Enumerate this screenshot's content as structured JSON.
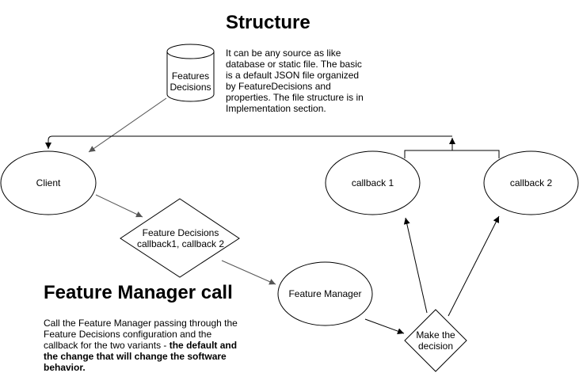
{
  "structure": {
    "title": "Structure",
    "description": "It can be any source as like database or static file. The basic is a default JSON file organized by FeatureDecisions and properties. The file structure is in Implementation section."
  },
  "nodes": {
    "features_decisions_db": {
      "line1": "Features",
      "line2": "Decisions"
    },
    "client": "Client",
    "callback1": "callback 1",
    "callback2": "callback 2",
    "feature_decisions_diamond": {
      "line1": "Feature Decisions",
      "line2": "callback1, callback 2"
    },
    "feature_manager": "Feature Manager",
    "make_decision": {
      "line1": "Make the",
      "line2": "decision"
    }
  },
  "feature_manager_call": {
    "title": "Feature Manager call",
    "description_plain": "Call the Feature Manager passing through the Feature Decisions configuration and the callback for the two variants - ",
    "description_bold": "the default and the change that will change the software behavior."
  },
  "colors": {
    "stroke": "#000000",
    "connector": "#555555",
    "background": "#ffffff"
  }
}
